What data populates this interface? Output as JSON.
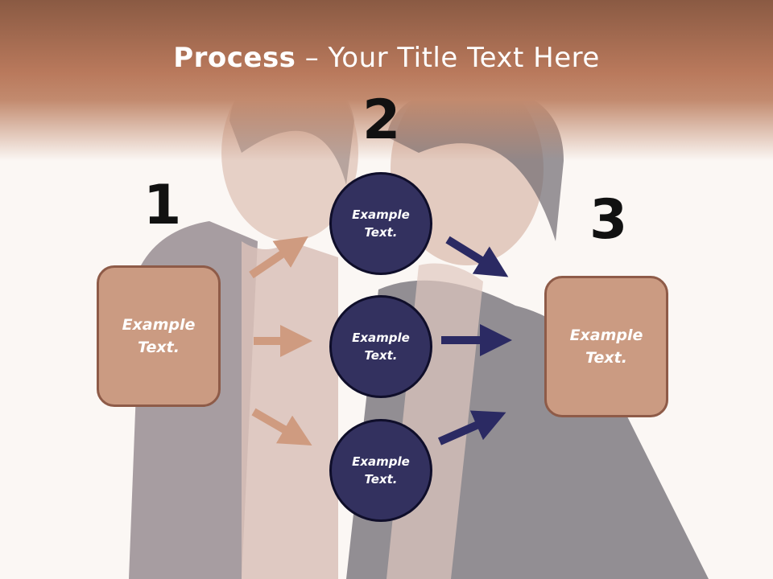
{
  "title": {
    "bold": "Process",
    "rest": " – Your Title Text Here"
  },
  "steps": {
    "one": "1",
    "two": "2",
    "three": "3"
  },
  "left_box": {
    "line1": "Example",
    "line2": "Text."
  },
  "right_box": {
    "line1": "Example",
    "line2": "Text."
  },
  "circles": [
    {
      "line1": "Example",
      "line2": "Text."
    },
    {
      "line1": "Example",
      "line2": "Text."
    },
    {
      "line1": "Example",
      "line2": "Text."
    }
  ],
  "colors": {
    "header": "#b9795c",
    "box_fill": "#cb9b82",
    "box_border": "#8e5b48",
    "circle_fill": "#33315f",
    "arrow_light": "#cf9b80",
    "arrow_dark": "#2b2a63"
  }
}
